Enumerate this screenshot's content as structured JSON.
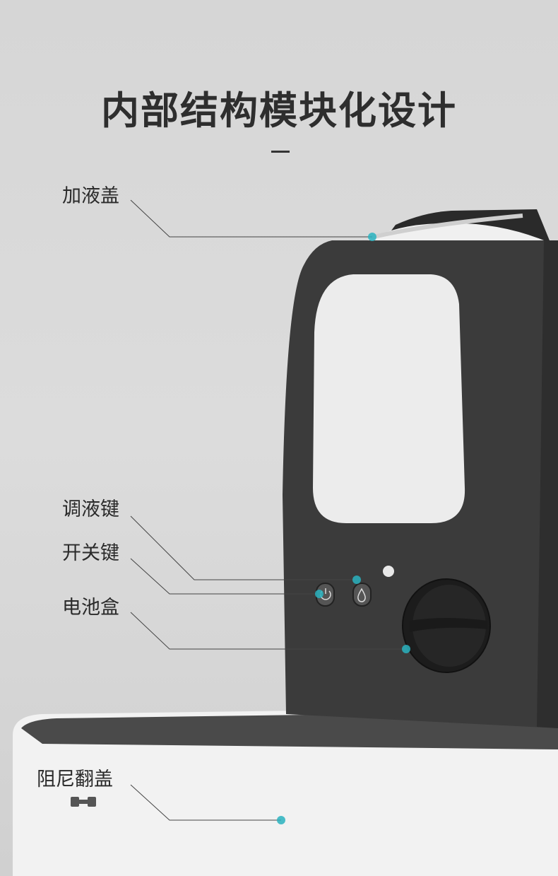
{
  "title": "内部结构模块化设计",
  "callouts": {
    "fill_cap": "加液盖",
    "adjust_button": "调液键",
    "power_button": "开关键",
    "battery_box": "电池盒",
    "damped_lid": "阻尼翻盖"
  },
  "colors": {
    "accent": "#2ab3c0",
    "device": "#3b3b3b",
    "text": "#2a2a2a"
  }
}
